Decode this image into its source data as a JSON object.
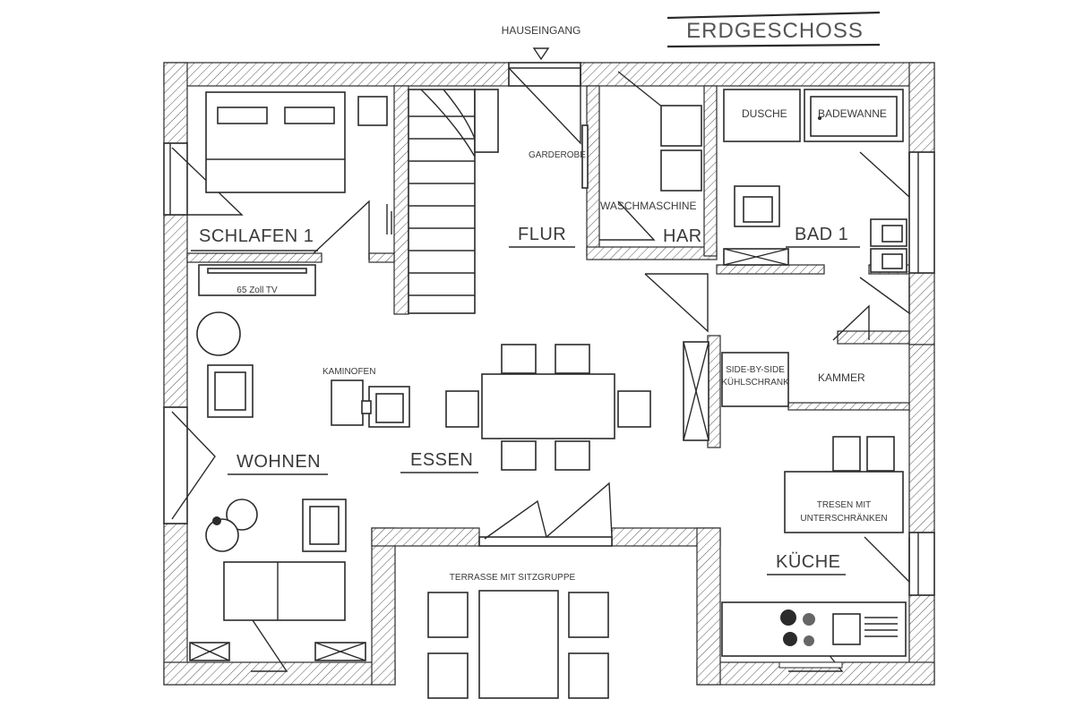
{
  "title": "ERDGESCHOSS",
  "entrance": "HAUSEINGANG",
  "rooms": {
    "schlafen": "SCHLAFEN 1",
    "flur": "FLUR",
    "har": "HAR",
    "bad": "BAD 1",
    "wohnen": "WOHNEN",
    "essen": "ESSEN",
    "kueche": "KÜCHE",
    "kammer": "KAMMER"
  },
  "labels": {
    "garderobe": "GARDEROBE",
    "waschmaschine": "WASCHMASCHINE",
    "dusche": "DUSCHE",
    "badewanne": "BADEWANNE",
    "tv": "65 Zoll TV",
    "kaminofen": "KAMINOFEN",
    "fridge_line1": "SIDE-BY-SIDE",
    "fridge_line2": "KÜHLSCHRANK",
    "tresen_line1": "TRESEN MIT",
    "tresen_line2": "UNTERSCHRÄNKEN",
    "terrasse": "TERRASSE MIT SITZGRUPPE"
  },
  "icons": {
    "entrance_marker": "triangle-down-icon",
    "stove": "cooktop-icon",
    "sink": "sink-icon"
  }
}
